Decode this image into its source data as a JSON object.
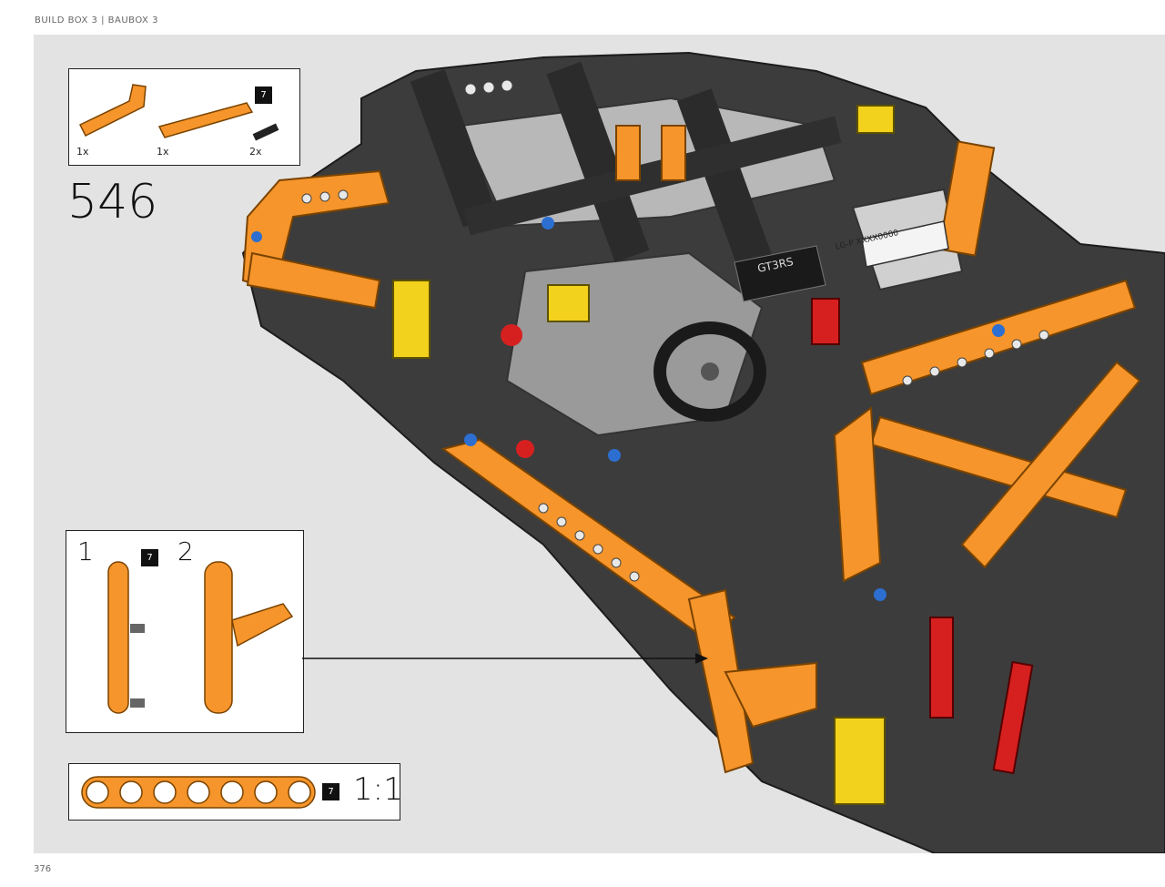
{
  "header": {
    "title": "BUILD BOX 3  |  BAUBOX 3"
  },
  "page_number": "376",
  "step": {
    "number": "546"
  },
  "parts": {
    "items": [
      {
        "icon": "orange-angled-beam",
        "qty": "1x"
      },
      {
        "icon": "orange-straight-beam",
        "qty": "1x",
        "color_code": "7"
      },
      {
        "icon": "black-connector-pin",
        "qty": "2x"
      }
    ]
  },
  "substeps": {
    "first": "1",
    "second": "2",
    "badge": "7"
  },
  "scale": {
    "text": "1:1",
    "badge": "7"
  },
  "model": {
    "badge_text": "GT3RS",
    "plate_text": "LG-P XXXX0000"
  },
  "colors": {
    "orange": "#f5952b",
    "dark": "#3a3a3a",
    "light_grey": "#b5b5b5",
    "background": "#e3e3e3"
  }
}
